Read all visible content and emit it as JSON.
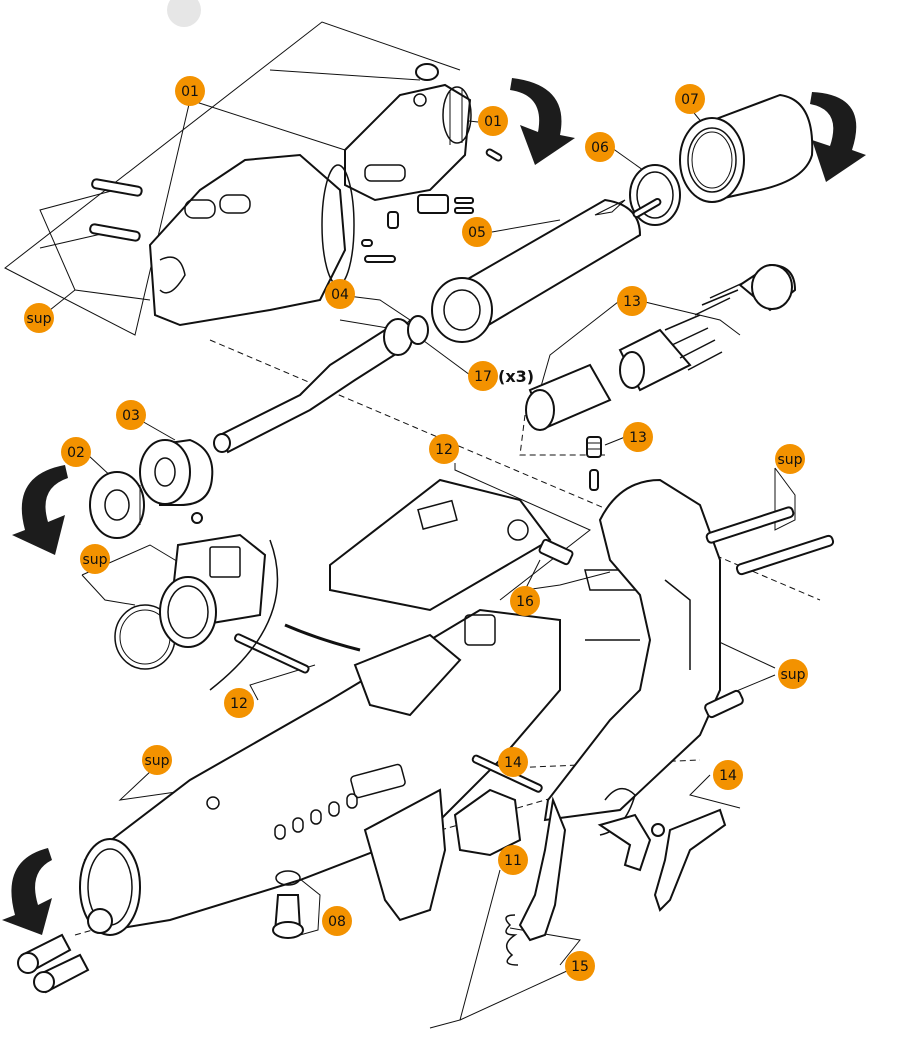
{
  "callouts": [
    {
      "id": "c01a",
      "label": "01"
    },
    {
      "id": "c01b",
      "label": "01"
    },
    {
      "id": "c07",
      "label": "07"
    },
    {
      "id": "c06",
      "label": "06"
    },
    {
      "id": "c05",
      "label": "05"
    },
    {
      "id": "c04",
      "label": "04"
    },
    {
      "id": "c13a",
      "label": "13"
    },
    {
      "id": "c17",
      "label": "17"
    },
    {
      "id": "c03",
      "label": "03"
    },
    {
      "id": "c02",
      "label": "02"
    },
    {
      "id": "c13b",
      "label": "13"
    },
    {
      "id": "c12a",
      "label": "12"
    },
    {
      "id": "csup1",
      "label": "sup"
    },
    {
      "id": "csup2",
      "label": "sup"
    },
    {
      "id": "csup3",
      "label": "sup"
    },
    {
      "id": "c16",
      "label": "16"
    },
    {
      "id": "csup4",
      "label": "sup"
    },
    {
      "id": "c12b",
      "label": "12"
    },
    {
      "id": "csup5",
      "label": "sup"
    },
    {
      "id": "c14a",
      "label": "14"
    },
    {
      "id": "c14b",
      "label": "14"
    },
    {
      "id": "c11",
      "label": "11"
    },
    {
      "id": "c08",
      "label": "08"
    },
    {
      "id": "c15",
      "label": "15"
    }
  ],
  "quantity_note": "(x3)",
  "colors": {
    "callout_fill": "#f39200",
    "callout_text": "#111111",
    "line": "#111111",
    "background": "#ffffff",
    "corner_dot": "#e6e6e6"
  }
}
